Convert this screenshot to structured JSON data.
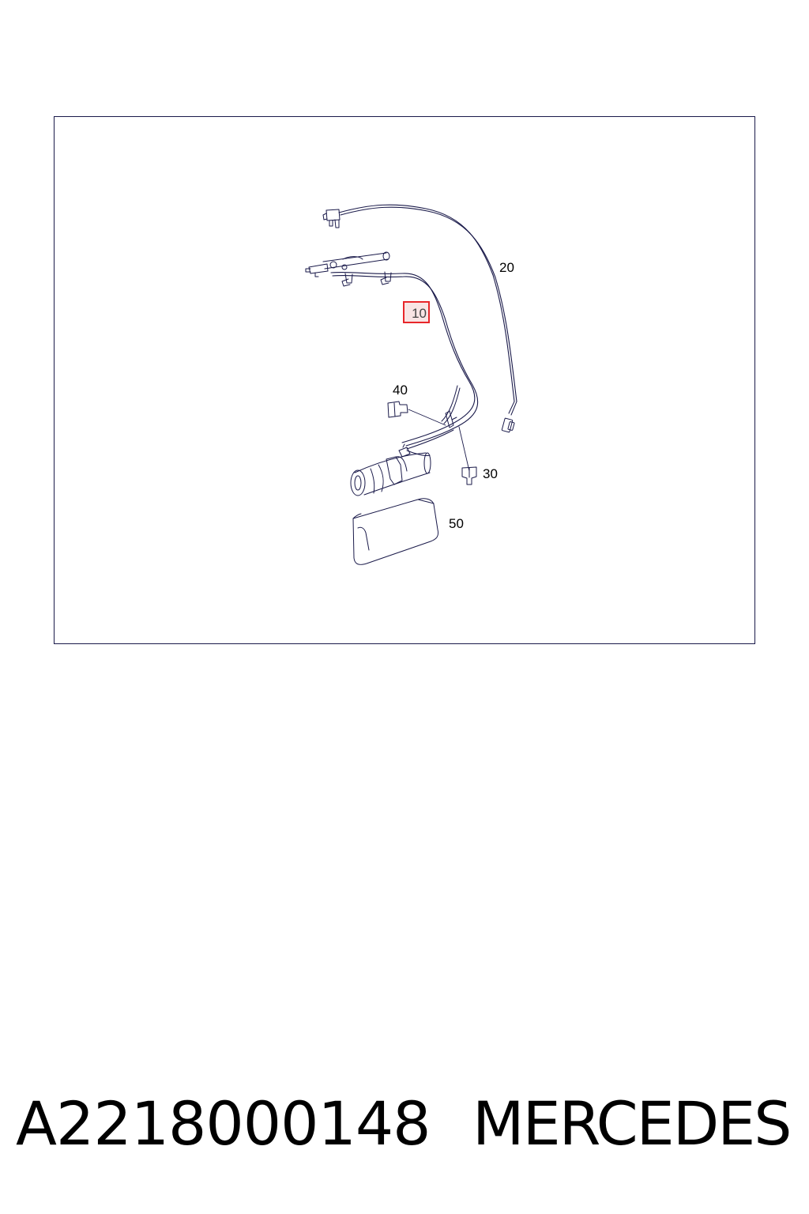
{
  "diagram": {
    "callouts": {
      "c10": "10",
      "c20": "20",
      "c30": "30",
      "c40": "40",
      "c50": "50"
    },
    "highlight_color": "#e8262a",
    "line_color": "#1a1a4a"
  },
  "footer": {
    "part_number": "A2218000148",
    "brand": "MERCEDES"
  }
}
